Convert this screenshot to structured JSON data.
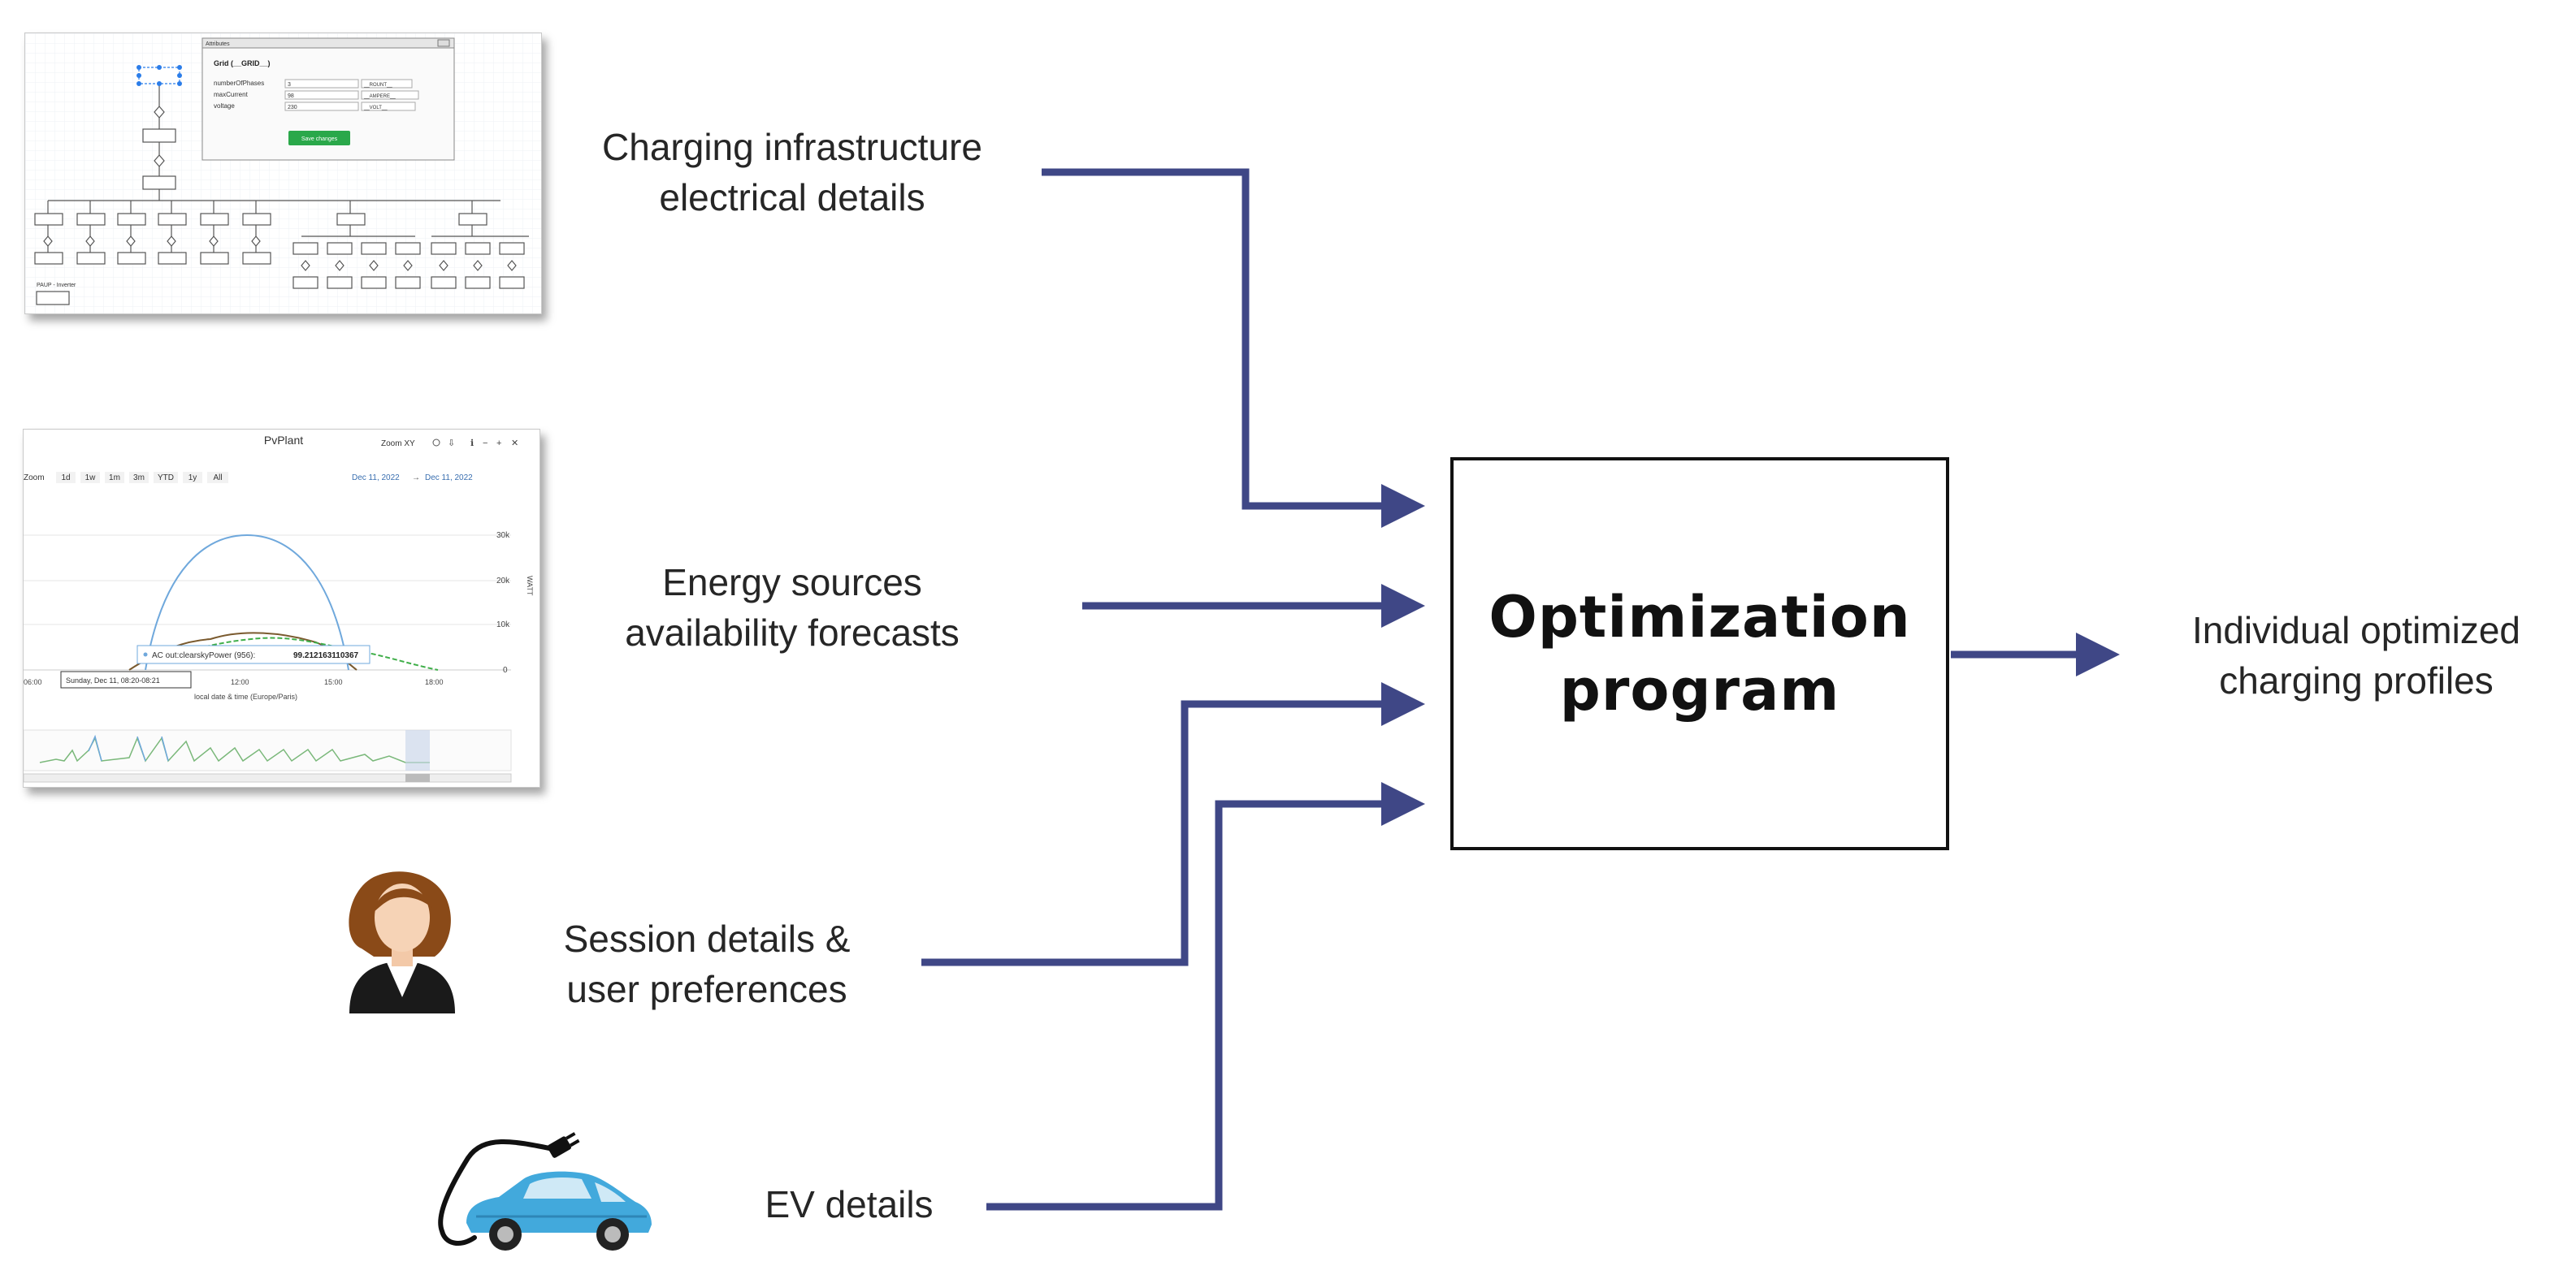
{
  "colors": {
    "arrow": "#3f4786",
    "text": "#262626",
    "box_border": "#111111",
    "save_button": "#2aa84a",
    "forecast_line": "#6fa8dc",
    "actual_line": "#7a5a2e",
    "green_line": "#3fae49",
    "link_blue": "#3a6fb0"
  },
  "inputs": {
    "infrastructure": [
      "Charging infrastructure",
      "electrical details"
    ],
    "energy": [
      "Energy sources",
      "availability forecasts"
    ],
    "session": [
      "Session details &",
      "user preferences"
    ],
    "ev": "EV details"
  },
  "program": [
    "Optimization",
    "program"
  ],
  "output": [
    "Individual optimized",
    "charging profiles"
  ],
  "grid_editor": {
    "window_title": "Attributes",
    "heading": "Grid (__GRID__)",
    "fields": [
      {
        "name": "numberOfPhases",
        "value": "3",
        "unit": "__ROUNT__"
      },
      {
        "name": "maxCurrent",
        "value": "98",
        "unit": "__AMPERE__"
      },
      {
        "name": "voltage",
        "value": "230",
        "unit": "__VOLT__"
      }
    ],
    "save_label": "Save changes",
    "footer_label": "PAUP - Inverter"
  },
  "pv_chart": {
    "title": "PvPlant",
    "zoom_label": "Zoom XY",
    "range_label": "Zoom",
    "range_buttons": [
      "1d",
      "1w",
      "1m",
      "3m",
      "YTD",
      "1y",
      "All"
    ],
    "date_from": "Dec 11, 2022",
    "date_to": "Dec 11, 2022",
    "date_sep": "→",
    "y_ticks": [
      "30k",
      "20k",
      "10k",
      "0"
    ],
    "y_unit": "WATT",
    "x_ticks": [
      "06:00",
      "12:00",
      "15:00",
      "18:00"
    ],
    "x_label": "local date & time (Europe/Paris)",
    "tooltip_series": "AC out:clearskyPower (956):",
    "tooltip_value": "99.212163110367",
    "date_tag": "Sunday, Dec 11, 08:20-08:21"
  },
  "icons": {
    "person": "businesswoman-icon",
    "car": "electric-car-icon"
  }
}
